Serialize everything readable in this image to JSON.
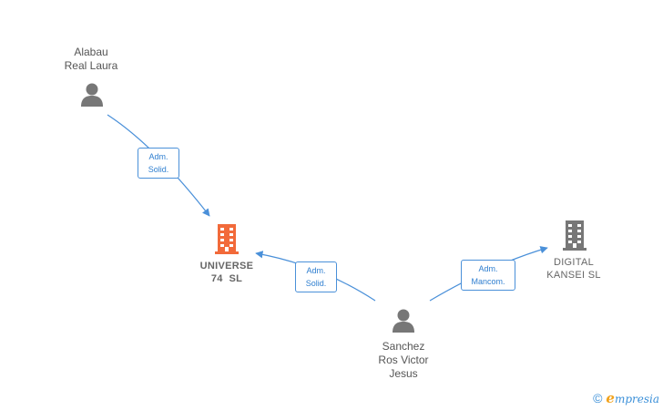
{
  "nodes": {
    "alabau": {
      "label_lines": [
        "Alabau",
        "Real Laura"
      ]
    },
    "sanchez": {
      "label_lines": [
        "Sanchez",
        "Ros Victor",
        "Jesus"
      ]
    },
    "universe": {
      "label_lines": [
        "UNIVERSE",
        "74  SL"
      ]
    },
    "digital": {
      "label_lines": [
        "DIGITAL",
        "KANSEI SL"
      ]
    }
  },
  "relations": {
    "alabau_universe": [
      "Adm.",
      "Solid."
    ],
    "sanchez_universe": [
      "Adm.",
      "Solid."
    ],
    "sanchez_digital": [
      "Adm.",
      "Mancom."
    ]
  },
  "footer": {
    "copyright": "©",
    "brand_initial": "e",
    "brand_rest": "mpresia"
  },
  "colors": {
    "edge": "#4a90d9",
    "person_icon": "#777777",
    "company_main": "#f26a3a",
    "company_other": "#777777"
  },
  "icons": {
    "person": "person-icon",
    "company": "building-icon"
  }
}
